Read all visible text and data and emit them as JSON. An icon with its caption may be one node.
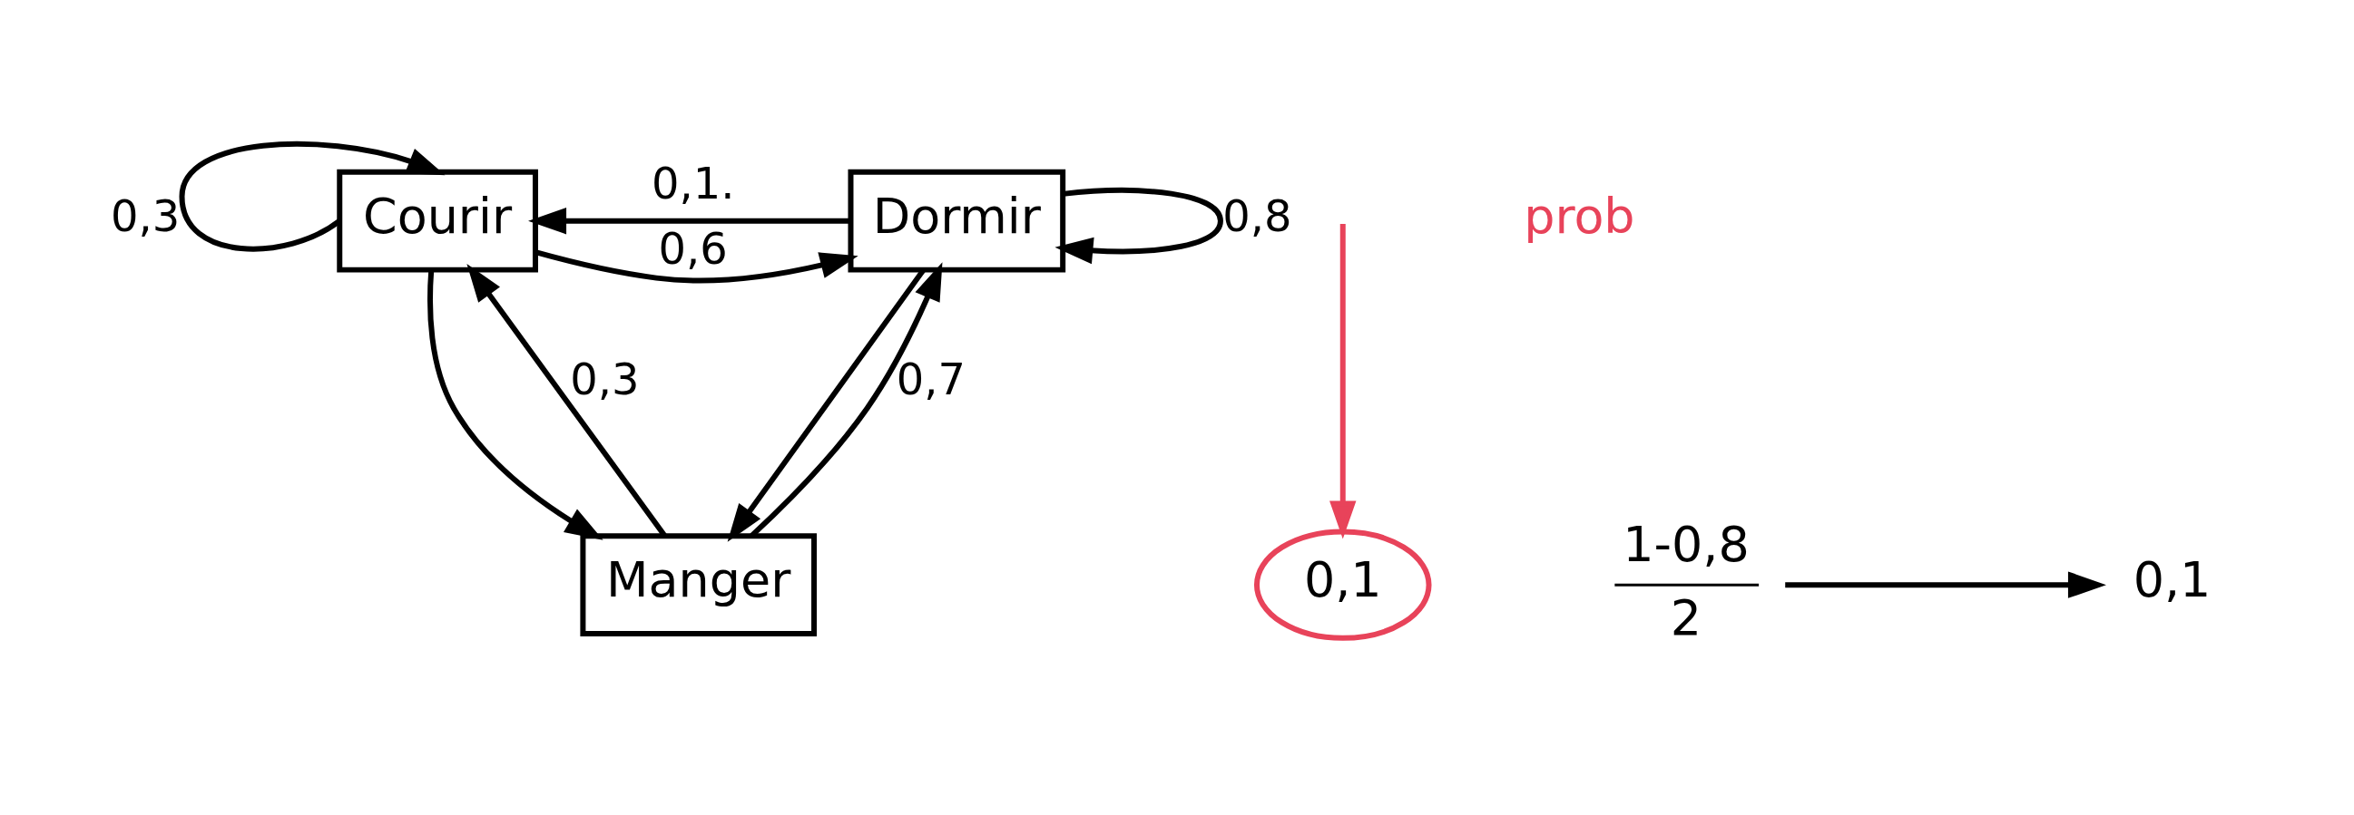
{
  "diagram": {
    "nodes": [
      {
        "text": [
          "Courir"
        ]
      },
      {
        "text": [
          "Dormir"
        ]
      },
      {
        "text": [
          "Manger"
        ]
      },
      {
        "text": [
          "0,1"
        ]
      },
      {
        "text": [
          "0,1"
        ]
      },
      {
        "text": [
          "1-0,8",
          "2"
        ]
      }
    ],
    "edges": [
      {
        "from": 0,
        "to": 0,
        "label": "0,3",
        "arrow": "to"
      },
      {
        "from": 0,
        "to": 1,
        "label": "0,6",
        "arrow": "to"
      },
      {
        "from": 1,
        "to": 0,
        "label": "0,1.",
        "arrow": "to"
      },
      {
        "from": 1,
        "to": 1,
        "label": "0,8",
        "arrow": "to"
      },
      {
        "from": 0,
        "to": 2,
        "arrow": "to"
      },
      {
        "from": 2,
        "to": 0,
        "label": "0,3",
        "arrow": "to"
      },
      {
        "from": 2,
        "to": 1,
        "label": "0,7",
        "arrow": "to"
      },
      {
        "from": 1,
        "to": 2,
        "arrow": "to"
      },
      {
        "from": 5,
        "to": 4,
        "arrow": "to"
      },
      {
        "from": null,
        "to": 3,
        "arrow": "to",
        "color": "#e8435a"
      }
    ],
    "labels": [
      "prob"
    ]
  }
}
